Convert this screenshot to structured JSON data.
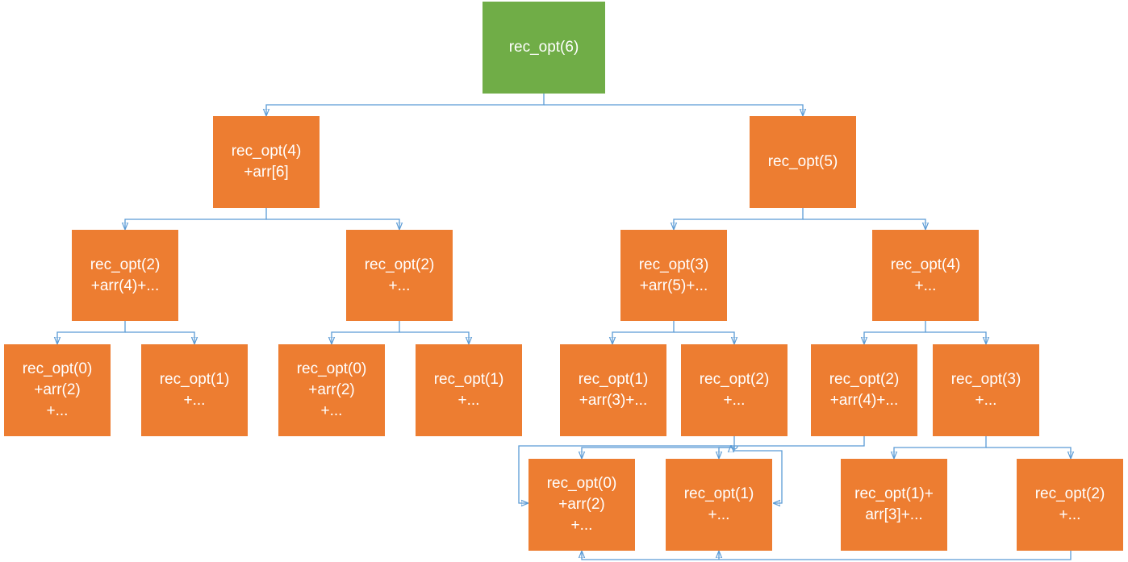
{
  "nodes": {
    "root": {
      "lines": [
        "rec_opt(6)"
      ],
      "color": "#70AD47"
    },
    "n4a": {
      "lines": [
        "rec_opt(4)",
        "+arr[6]"
      ]
    },
    "n5": {
      "lines": [
        "rec_opt(5)"
      ]
    },
    "n2a": {
      "lines": [
        "rec_opt(2)",
        "+arr(4)+..."
      ]
    },
    "n2b": {
      "lines": [
        "rec_opt(2)",
        "+..."
      ]
    },
    "n3a": {
      "lines": [
        "rec_opt(3)",
        "+arr(5)+..."
      ]
    },
    "n4b": {
      "lines": [
        "rec_opt(4)",
        "+..."
      ]
    },
    "n0a": {
      "lines": [
        "rec_opt(0)",
        "+arr(2)",
        "+..."
      ]
    },
    "n1a": {
      "lines": [
        "rec_opt(1)",
        "+..."
      ]
    },
    "n0b": {
      "lines": [
        "rec_opt(0)",
        "+arr(2)",
        "+..."
      ]
    },
    "n1b": {
      "lines": [
        "rec_opt(1)",
        "+..."
      ]
    },
    "n1c": {
      "lines": [
        "rec_opt(1)",
        "+arr(3)+..."
      ]
    },
    "n2c": {
      "lines": [
        "rec_opt(2)",
        "+..."
      ]
    },
    "n2d": {
      "lines": [
        "rec_opt(2)",
        "+arr(4)+..."
      ]
    },
    "n3b": {
      "lines": [
        "rec_opt(3)",
        "+..."
      ]
    },
    "n0c": {
      "lines": [
        "rec_opt(0)",
        "+arr(2)",
        "+..."
      ]
    },
    "n1d": {
      "lines": [
        "rec_opt(1)",
        "+..."
      ]
    },
    "n1e": {
      "lines": [
        "rec_opt(1)+",
        "arr[3]+..."
      ]
    },
    "n2e": {
      "lines": [
        "rec_opt(2)",
        "+..."
      ]
    }
  },
  "colors": {
    "box": "#ED7D31",
    "root": "#70AD47",
    "connector": "#5B9BD5",
    "text": "#FFFFFF"
  }
}
